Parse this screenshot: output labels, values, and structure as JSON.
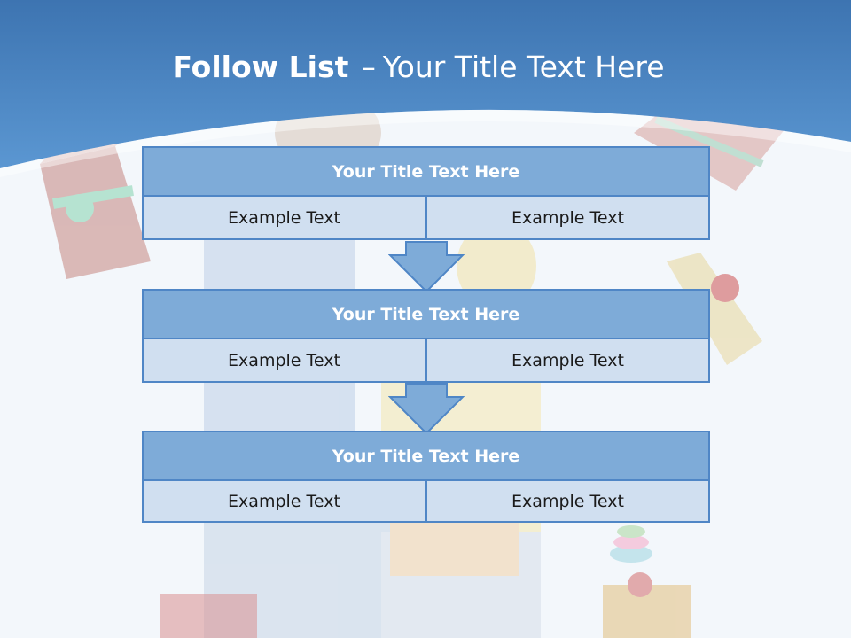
{
  "slide": {
    "title_bold": "Follow List",
    "title_separator": "–",
    "title_rest": "Your Title Text Here"
  },
  "steps": [
    {
      "title": "Your Title Text Here",
      "left": "Example Text",
      "right": "Example Text"
    },
    {
      "title": "Your Title Text Here",
      "left": "Example Text",
      "right": "Example Text"
    },
    {
      "title": "Your Title Text Here",
      "left": "Example Text",
      "right": "Example Text"
    }
  ],
  "colors": {
    "header_blue": "#4f86c6",
    "box_title_fill": "#7eabd8",
    "box_cell_fill": "#d0dff0",
    "arrow_fill": "#7eabd8"
  }
}
